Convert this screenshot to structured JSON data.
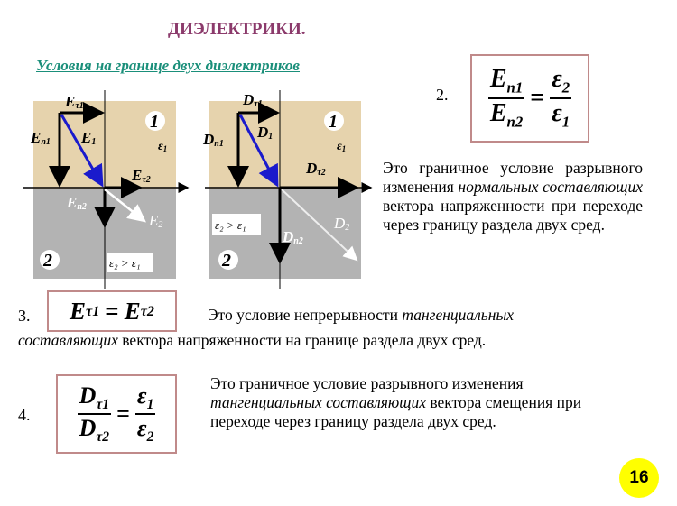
{
  "title": "ДИЭЛЕКТРИКИ.",
  "subtitle": "Условия на границе двух диэлектриков",
  "diagram_e": {
    "t1": "E",
    "t1s": "τ1",
    "n1": "E",
    "n1s": "n1",
    "v1": "E",
    "v1s": "1",
    "t2": "E",
    "t2s": "τ2",
    "n2": "E",
    "n2s": "n2",
    "v2": "E",
    "v2s": "2",
    "region1": "1",
    "region2": "2",
    "eps1": "ε",
    "eps1s": "1",
    "cond": "ε₂ > ε₁"
  },
  "diagram_d": {
    "t1": "D",
    "t1s": "τ1",
    "n1": "D",
    "n1s": "n1",
    "v1": "D",
    "v1s": "1",
    "t2": "D",
    "t2s": "τ2",
    "n2": "D",
    "n2s": "n2",
    "v2": "D",
    "v2s": "2",
    "region1": "1",
    "region2": "2",
    "eps1": "ε",
    "eps1s": "1",
    "cond": "ε₂ > ε₁"
  },
  "item2": {
    "num": "2.",
    "num_top": "E",
    "num_top_sub": "n1",
    "num_bot": "E",
    "num_bot_sub": "n2",
    "eq": "=",
    "rhs_top": "ε",
    "rhs_top_sub": "2",
    "rhs_bot": "ε",
    "rhs_bot_sub": "1",
    "text_a": "Это граничное условие разрывного изменения ",
    "text_b": "нормальных составляющих",
    "text_c": " вектора напряженности при переходе через границу раздела двух сред."
  },
  "item3": {
    "num": "3.",
    "lhs": "E",
    "lhs_sub": "τ1",
    "eq": "=",
    "rhs": "E",
    "rhs_sub": "τ2",
    "text_a": "Это условие непрерывности ",
    "text_b": "тангенциальных",
    "text_c": "составляющих",
    "text_d": " вектора напряженности на границе раздела двух сред."
  },
  "item4": {
    "num": "4.",
    "num_top": "D",
    "num_top_sub": "τ1",
    "num_bot": "D",
    "num_bot_sub": "τ2",
    "eq": "=",
    "rhs_top": "ε",
    "rhs_top_sub": "1",
    "rhs_bot": "ε",
    "rhs_bot_sub": "2",
    "text_a": "Это граничное условие разрывного изменения ",
    "text_b": "тангенциальных составляющих",
    "text_c": " вектора смещения при переходе через границу раздела двух сред."
  },
  "page_number": "16",
  "colors": {
    "title": "#8b3a6b",
    "subtitle": "#1a8f7a",
    "medium1": "#e6d3ad",
    "medium2": "#b3b3b3",
    "vector": "#1a1acc"
  }
}
